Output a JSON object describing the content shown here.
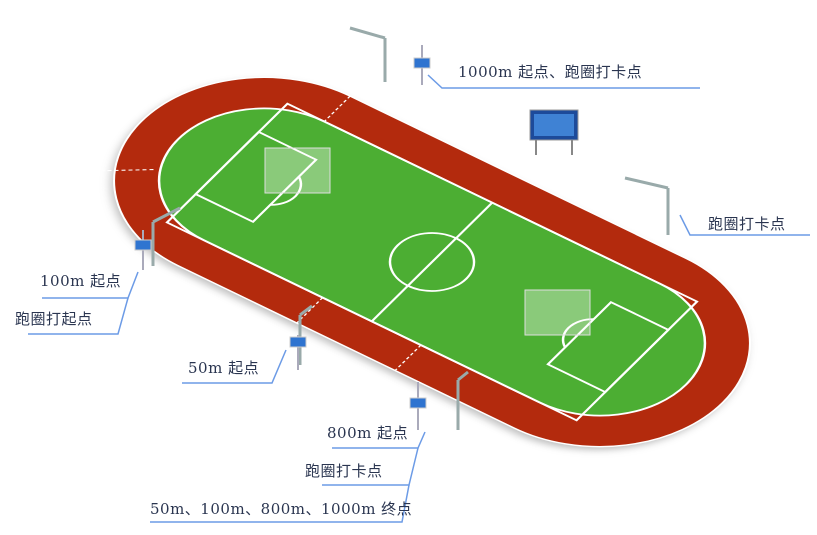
{
  "labels": {
    "top_right": "1000m 起点、跑圈打卡点",
    "right": "跑圈打卡点",
    "left_1": "100m 起点",
    "left_2": "跑圈打起点",
    "mid_left": "50m 起点",
    "bottom_1": "800m 起点",
    "bottom_2": "跑圈打卡点",
    "bottom_3": "50m、100m、800m、1000m 终点"
  },
  "colors": {
    "track": "#b32a0c",
    "field": "#4cae33",
    "line": "#6c9be6",
    "text": "#2a3550"
  }
}
